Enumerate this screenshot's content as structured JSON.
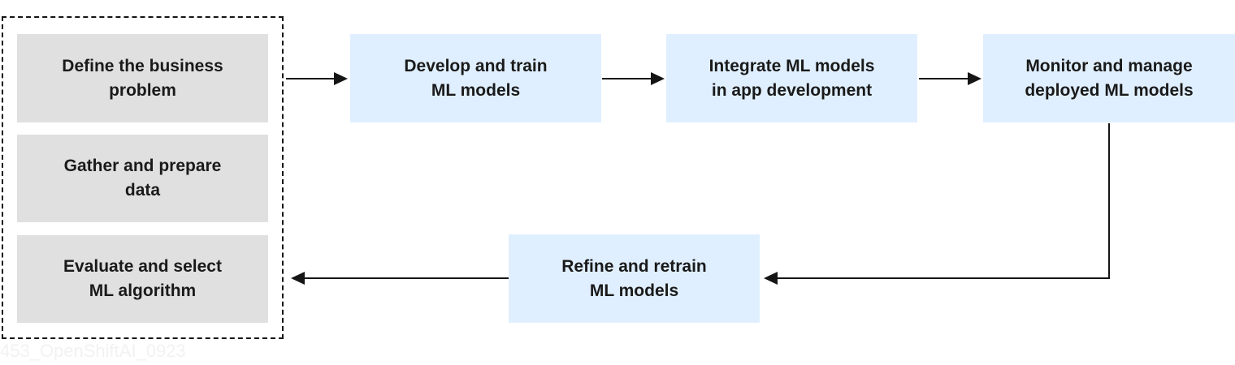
{
  "diagram": {
    "boxes": {
      "define": "Define the business\nproblem",
      "gather": "Gather and prepare\ndata",
      "evaluate": "Evaluate and select\nML algorithm",
      "develop": "Develop and train\nML models",
      "integrate": "Integrate ML models\nin app development",
      "monitor": "Monitor and manage\ndeployed ML models",
      "refine": "Refine and retrain\nML models"
    },
    "watermark": "453_OpenShiftAI_0923",
    "colors": {
      "grey_box": "#e0e0e0",
      "blue_box": "#e0efff",
      "line": "#151515"
    }
  }
}
